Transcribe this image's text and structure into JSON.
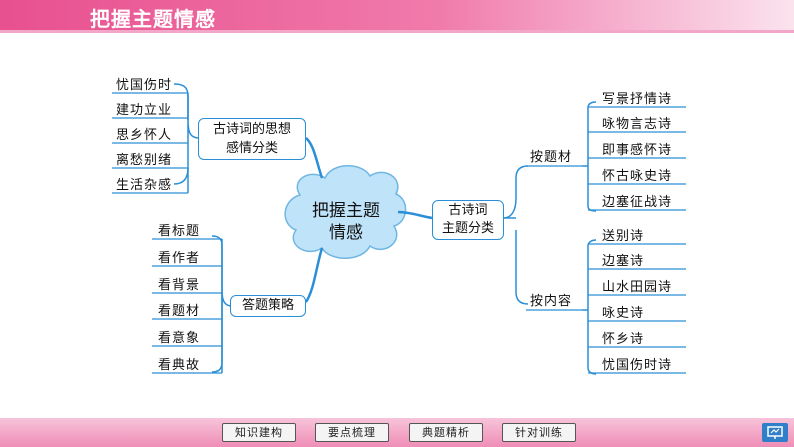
{
  "header": {
    "title": "把握主题情感"
  },
  "center": {
    "line1": "把握主题",
    "line2": "情感"
  },
  "left_top": {
    "label_line1": "古诗词的思想",
    "label_line2": "感情分类",
    "items": [
      "忧国伤时",
      "建功立业",
      "思乡怀人",
      "离愁别绪",
      "生活杂感"
    ]
  },
  "left_bottom": {
    "label": "答题策略",
    "items": [
      "看标题",
      "看作者",
      "看背景",
      "看题材",
      "看意象",
      "看典故"
    ]
  },
  "right": {
    "label_line1": "古诗词",
    "label_line2": "主题分类",
    "by_subject": {
      "label": "按题材",
      "items": [
        "写景抒情诗",
        "咏物言志诗",
        "即事感怀诗",
        "怀古咏史诗",
        "边塞征战诗"
      ]
    },
    "by_content": {
      "label": "按内容",
      "items": [
        "送别诗",
        "边塞诗",
        "山水田园诗",
        "咏史诗",
        "怀乡诗",
        "忧国伤时诗"
      ]
    }
  },
  "footer": {
    "buttons": [
      "知识建构",
      "要点梳理",
      "典题精析",
      "针对训练"
    ]
  },
  "colors": {
    "accent": "#2a8fd6",
    "cloud": "#bfe3f8",
    "header": "#e8508f"
  }
}
